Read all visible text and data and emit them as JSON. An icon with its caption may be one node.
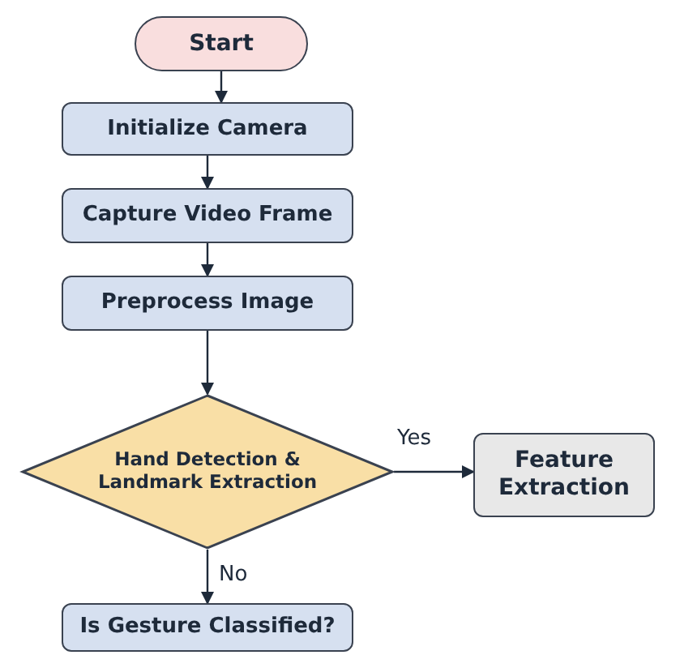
{
  "diagram": {
    "nodes": [
      {
        "text": [
          "Start"
        ]
      },
      {
        "text": [
          "Initialize Camera"
        ]
      },
      {
        "text": [
          "Capture Video Frame"
        ]
      },
      {
        "text": [
          "Preprocess Image"
        ]
      },
      {
        "text": [
          "Hand Detection & Landmark Extraction"
        ]
      },
      {
        "text": [
          "Feature Extraction"
        ]
      },
      {
        "text": [
          "Is Gesture Classified?"
        ]
      }
    ],
    "edges": [
      {
        "from": 0,
        "to": 1,
        "arrow": "to"
      },
      {
        "from": 1,
        "to": 2,
        "arrow": "to"
      },
      {
        "from": 2,
        "to": 3,
        "arrow": "to"
      },
      {
        "from": 3,
        "to": 4,
        "arrow": "to"
      },
      {
        "from": 4,
        "to": 5,
        "arrow": "to",
        "label": "Yes"
      },
      {
        "from": 4,
        "to": 6,
        "arrow": "to",
        "label": "No"
      }
    ]
  }
}
